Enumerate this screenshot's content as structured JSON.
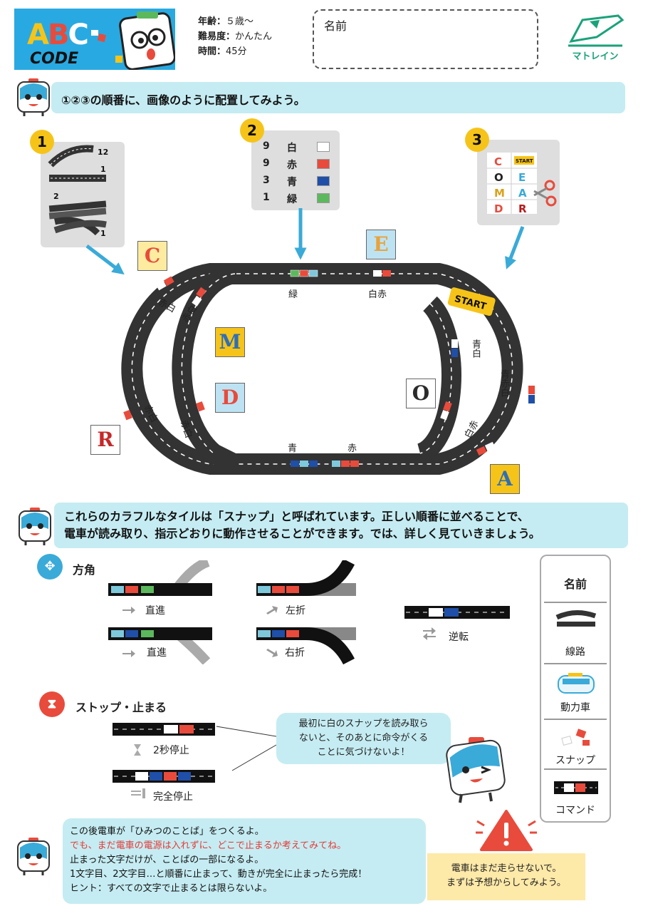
{
  "header": {
    "logo_abc": "ABC",
    "logo_code": "CODE",
    "age_label": "年齢：",
    "age_value": "５歳〜",
    "difficulty_label": "難易度：",
    "difficulty_value": "かんたん",
    "time_label": "時間：",
    "time_value": "45分",
    "name_label": "名前",
    "brand": "マトレイン"
  },
  "instruction": "①②③の順番に、画像のように配置してみよう。",
  "steps": {
    "step1": {
      "badge": "1",
      "counts": [
        "12",
        "1",
        "2",
        "1"
      ]
    },
    "step2": {
      "badge": "2",
      "rows": [
        {
          "num": "9",
          "color_name": "白",
          "swatch": "#ffffff"
        },
        {
          "num": "9",
          "color_name": "赤",
          "swatch": "#e84b3c"
        },
        {
          "num": "3",
          "color_name": "青",
          "swatch": "#1f4fa8"
        },
        {
          "num": "1",
          "color_name": "緑",
          "swatch": "#5cb85c"
        }
      ]
    },
    "step3": {
      "badge": "3",
      "cards": [
        "C",
        "START",
        "O",
        "E",
        "M",
        "A",
        "D",
        "R"
      ]
    }
  },
  "layout_labels": {
    "green": "緑",
    "white_red_top": "白赤",
    "red_white_1": "赤白",
    "red_white_2": "赤白",
    "red_white_3": "赤白",
    "red_white_4": "赤白",
    "blue_white": "青白",
    "blue_red_white": "青赤白",
    "white_red_right": "白赤",
    "blue": "青",
    "red": "赤",
    "start": "START"
  },
  "letters": {
    "c": "C",
    "e": "E",
    "m": "M",
    "d": "D",
    "o": "O",
    "r": "R",
    "a": "A"
  },
  "explain": {
    "line1": "これらのカラフルなタイルは「スナップ」と呼ばれています。正しい順番に並べることで、",
    "line2": "電車が読み取り、指示どおりに動作させることができます。では、詳しく見ていきましょう。"
  },
  "direction": {
    "title": "方角",
    "straight1": "直進",
    "left": "左折",
    "straight2": "直進",
    "right": "右折",
    "reverse": "逆転"
  },
  "stop": {
    "title": "ストップ・止まる",
    "pause": "2秒停止",
    "full": "完全停止"
  },
  "bubble": {
    "line1": "最初に白のスナップを読み取ら",
    "line2": "ないと、そのあとに命令がくる",
    "line3": "ことに気づけないよ！"
  },
  "names_panel": {
    "title": "名前",
    "track": "線路",
    "engine": "動力車",
    "snap": "スナップ",
    "command": "コマンド"
  },
  "bottom": {
    "line1": "この後電車が「ひみつのことば」をつくるよ。",
    "line2": "でも、まだ電車の電源は入れずに、どこで止まるか考えてみてね。",
    "line3": "止まった文字だけが、ことばの一部になるよ。",
    "line4": "1文字目、2文字目…と順番に止まって、動きが完全に止まったら完成！",
    "line5": "ヒント：すべての文字で止まるとは限らないよ。"
  },
  "warning": {
    "line1": "電車はまだ走らせないで。",
    "line2": "まずは予想からしてみよう。"
  },
  "colors": {
    "track": "#333333",
    "banner": "#c5ecf2",
    "badge": "#f6c419",
    "arrow": "#3aaad8",
    "white_snap": "#ffffff",
    "red_snap": "#e84b3c",
    "blue_snap": "#1f4fa8",
    "light_blue_snap": "#7ec8dc",
    "green_snap": "#5cb85c",
    "brand": "#1aa27a"
  }
}
